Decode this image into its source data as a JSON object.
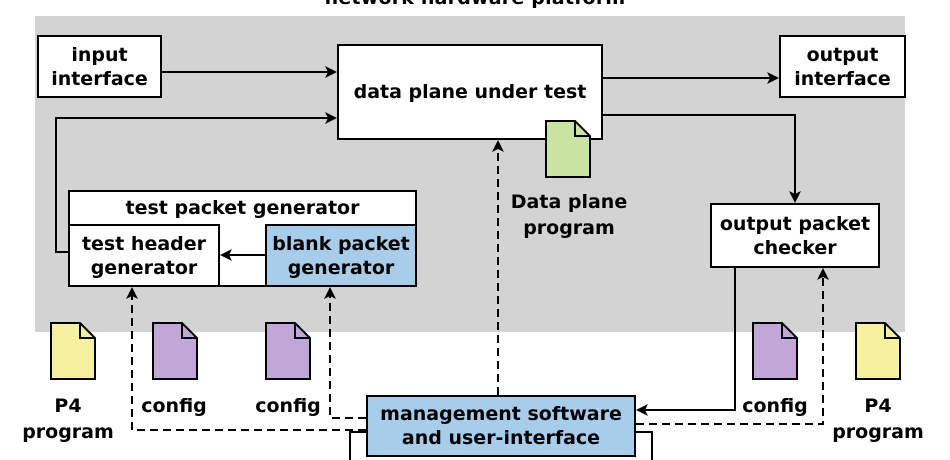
{
  "platform": {
    "title": "network hardware platform"
  },
  "boxes": {
    "input_interface": "input\ninterface",
    "data_plane": "data plane under test",
    "output_interface": "output\ninterface",
    "test_packet_generator": "test packet generator",
    "test_header_generator": "test header\ngenerator",
    "blank_packet_generator": "blank packet\ngenerator",
    "output_packet_checker": "output packet\nchecker",
    "management": "management software\nand user-interface"
  },
  "labels": {
    "data_plane_program": "Data plane\nprogram",
    "config_1": "config",
    "config_2": "config",
    "config_3": "config",
    "p4_program_left": "P4\nprogram",
    "p4_program_right": "P4\nprogram"
  },
  "colors": {
    "platform_bg": "#d3d3d3",
    "blue_box": "#a7cdeb",
    "doc_green": "#c9e3a3",
    "doc_purple": "#c1a6d8",
    "doc_yellow": "#f5f1a0"
  },
  "icons": [
    "document-icon-green",
    "document-icon-purple",
    "document-icon-yellow"
  ]
}
